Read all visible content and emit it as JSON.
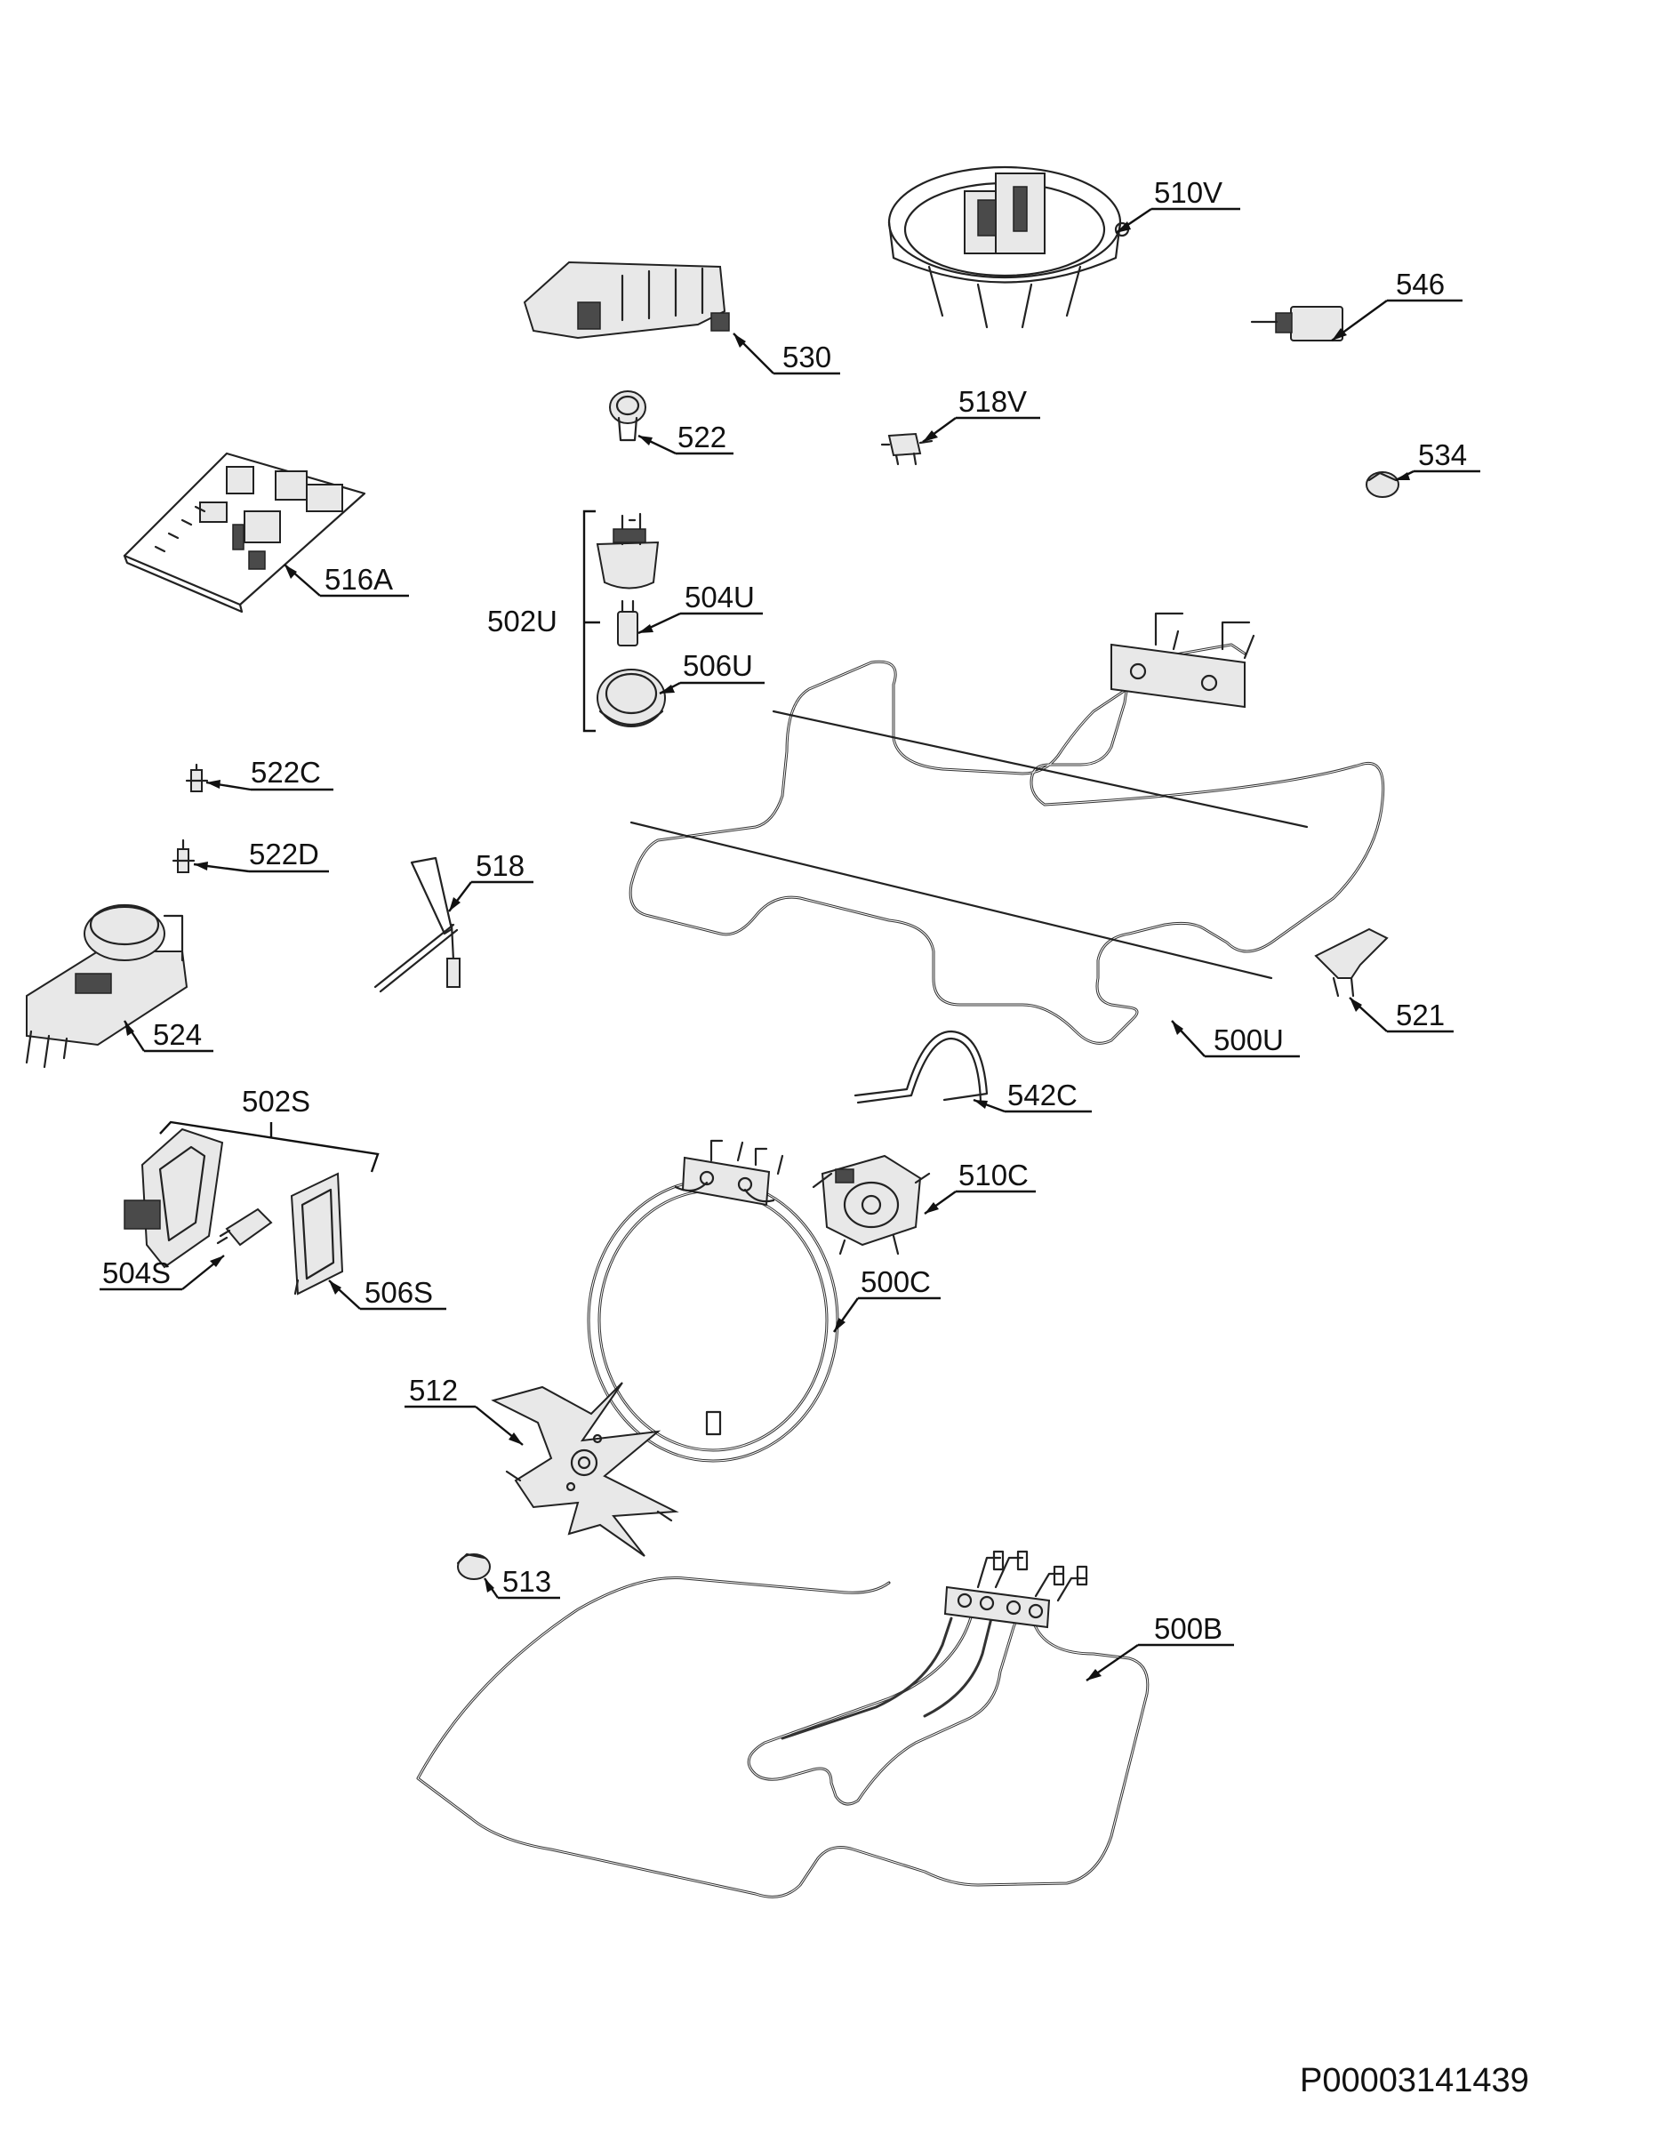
{
  "labels": {
    "l510V": "510V",
    "l546": "546",
    "l530": "530",
    "l522": "522",
    "l518V": "518V",
    "l534": "534",
    "l516A": "516A",
    "l502U": "502U",
    "l504U": "504U",
    "l506U": "506U",
    "l522C": "522C",
    "l522D": "522D",
    "l518": "518",
    "l524": "524",
    "l500U": "500U",
    "l521": "521",
    "l542C": "542C",
    "l502S": "502S",
    "l510C": "510C",
    "l504S": "504S",
    "l506S": "506S",
    "l500C": "500C",
    "l512": "512",
    "l513": "513",
    "l500B": "500B"
  },
  "document_number": "P00003141439"
}
